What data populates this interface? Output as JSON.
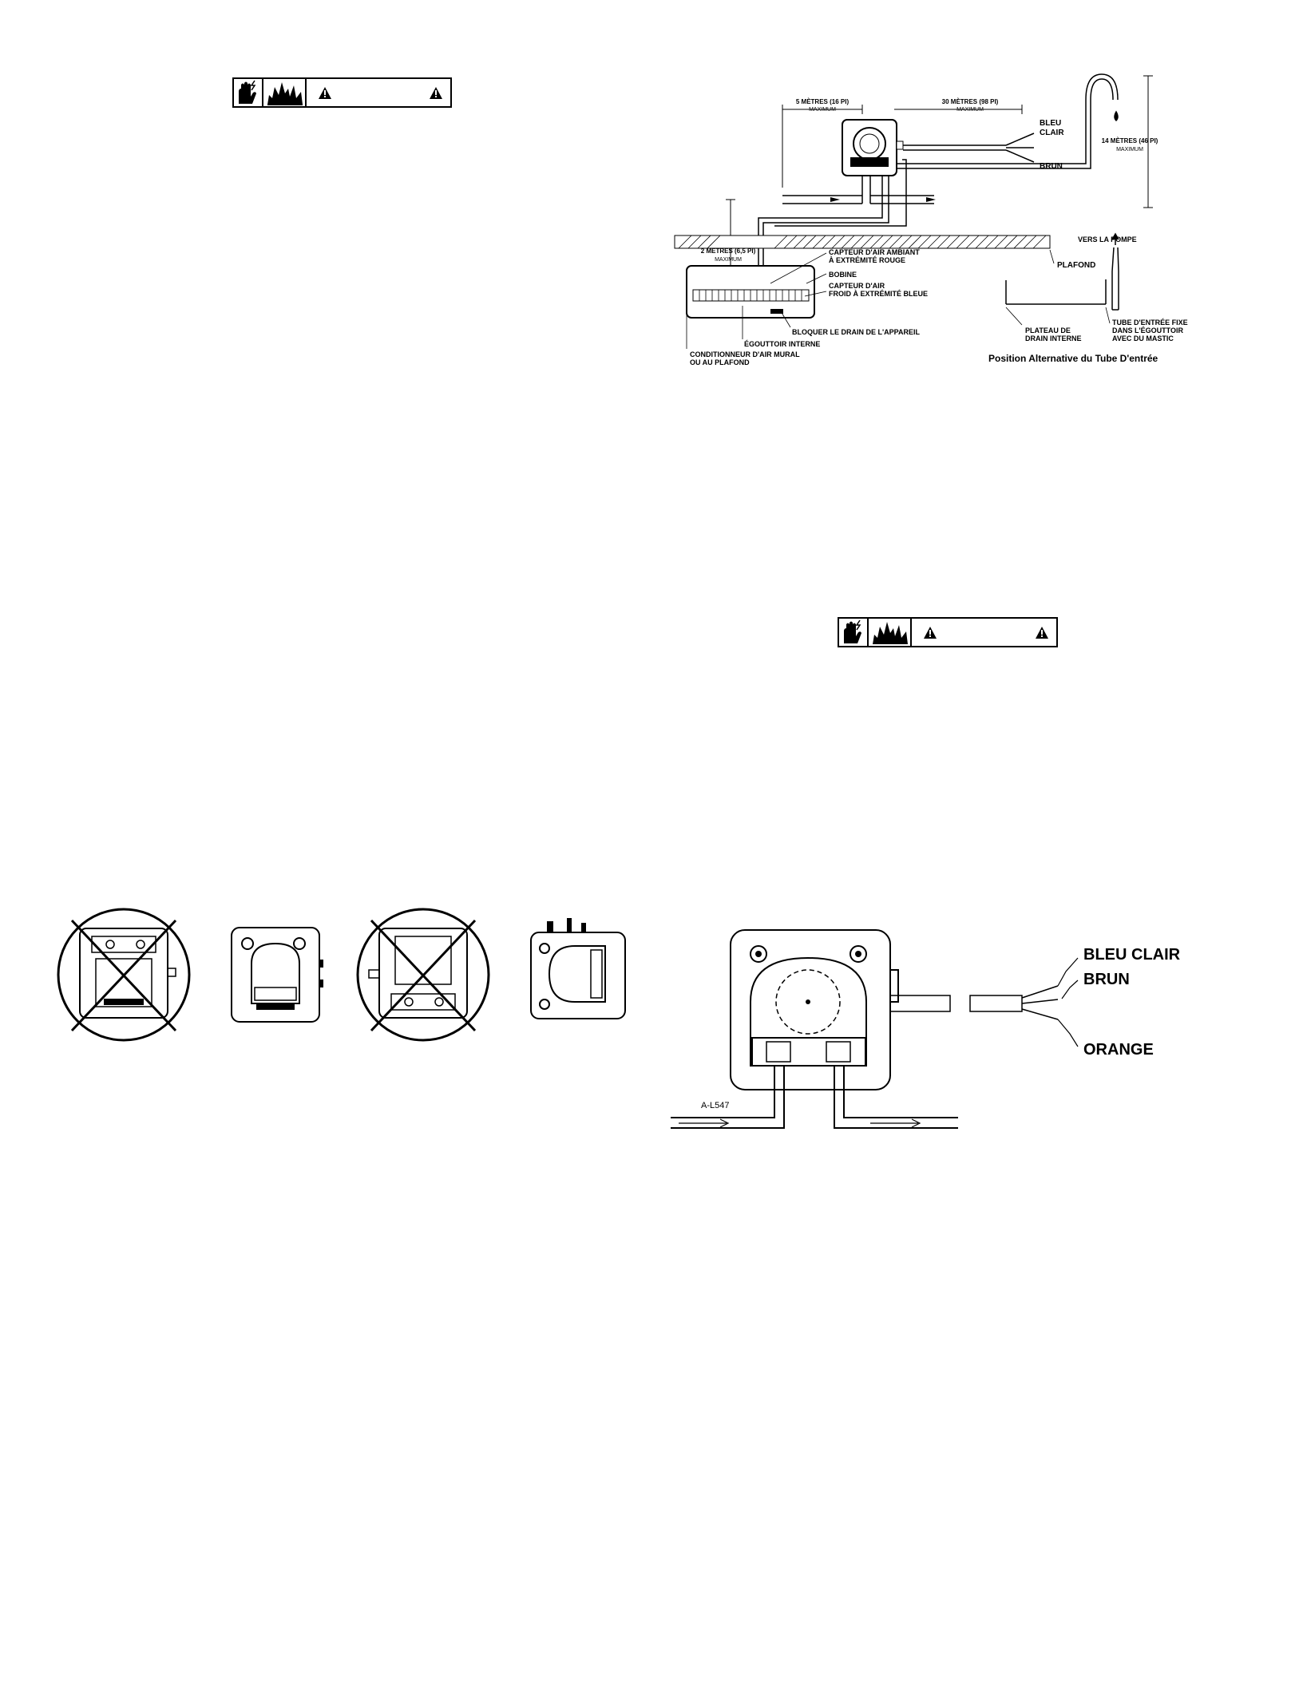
{
  "warning_banner": {
    "icons": [
      "hand-shock-icon",
      "fire-icon",
      "warning-triangle-icon"
    ]
  },
  "install_diagram": {
    "dim_5m": "5 MÈTRES (16 PI)",
    "dim_30m": "30 MÈTRES (98 PI)",
    "maximum": "MAXIMUM",
    "dim_14m": "14 MÈTRES (46 PI)",
    "dim_2m": "2 MÈTRES (6,5 PI)",
    "bleu_clair_1": "BLEU",
    "bleu_clair_2": "CLAIR",
    "brun": "BRUN",
    "vers_la_pompe": "VERS LA POMPE",
    "capteur_ambiant_1": "CAPTEUR D'AIR AMBIANT",
    "capteur_ambiant_2": "À EXTRÉMITÉ ROUGE",
    "plafond": "PLAFOND",
    "bobine": "BOBINE",
    "capteur_froid_1": "CAPTEUR D'AIR",
    "capteur_froid_2": "FROID À EXTRÉMITÉ BLEUE",
    "bloquer_drain": "BLOQUER LE DRAIN DE L'APPAREIL",
    "egouttoir_interne": "ÉGOUTTOIR INTERNE",
    "conditionneur_1": "CONDITIONNEUR D'AIR MURAL",
    "conditionneur_2": "OU AU PLAFOND",
    "plateau_1": "PLATEAU DE",
    "plateau_2": "DRAIN INTERNE",
    "tube_1": "TUBE D'ENTRÉE FIXE",
    "tube_2": "DANS L'ÉGOUTTOIR",
    "tube_3": "AVEC DU MASTIC",
    "alt_caption": "Position Alternative du Tube D'entrée"
  },
  "wiring_diagram": {
    "bleu_clair": "BLEU CLAIR",
    "brun": "BRUN",
    "orange": "ORANGE",
    "figure_code": "A-L547"
  }
}
